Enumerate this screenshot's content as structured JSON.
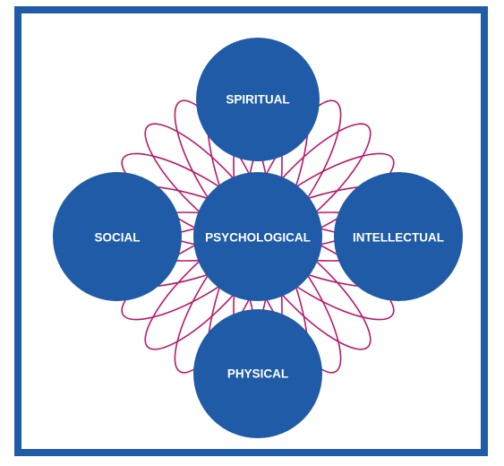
{
  "diagram": {
    "colors": {
      "frame": "#1f5ba6",
      "circle": "#1f5ba6",
      "loops": "#b5196b",
      "label": "#ffffff",
      "background": "#ffffff"
    },
    "nodes": {
      "top": "SPIRITUAL",
      "left": "SOCIAL",
      "center": "PSYCHOLOGICAL",
      "right": "INTELLECTUAL",
      "bottom": "PHYSICAL"
    }
  }
}
